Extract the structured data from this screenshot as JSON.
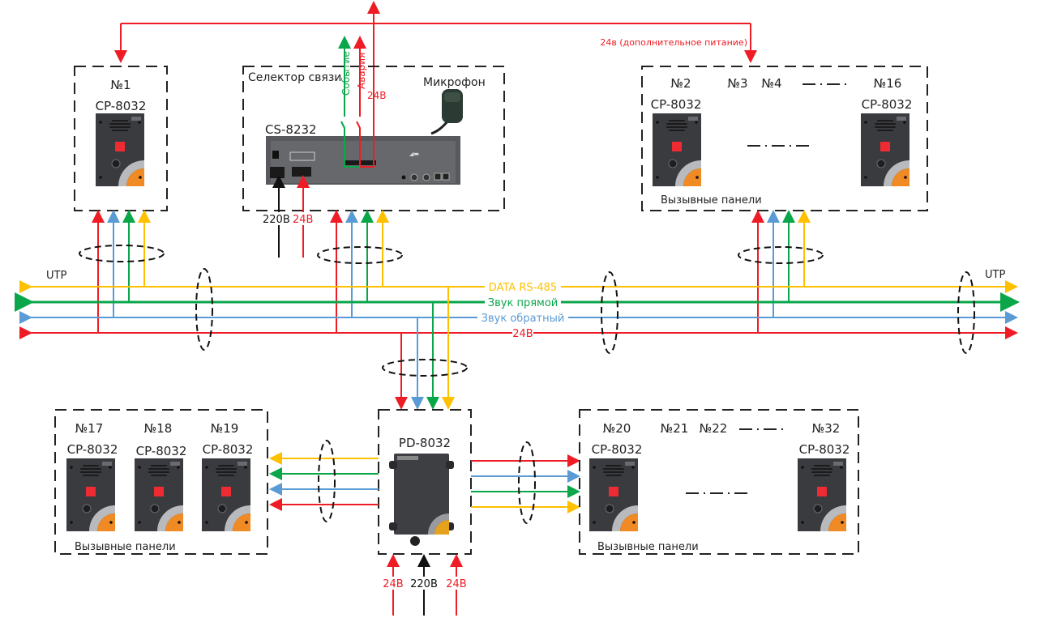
{
  "colors": {
    "red": "#ee1c24",
    "green": "#0aa64a",
    "blue": "#5b9bd5",
    "yellow": "#ffc000",
    "black": "#111111",
    "panel_body": "#3a3b3f",
    "panel_button": "#ee2a33",
    "panel_orange": "#f08a24",
    "panel_ring": "#b9babd"
  },
  "top_feed": {
    "label": "24в (дополнительное питание)"
  },
  "box_panel1": {
    "number": "№1",
    "model": "CP-8032"
  },
  "box_selector": {
    "title": "Селектор связи",
    "microphone": "Микрофон",
    "model": "CS-8232",
    "outputs": [
      "Событие",
      "Авария",
      "24В"
    ],
    "inputs": [
      "220В",
      "24В"
    ]
  },
  "box_panels_2_16": {
    "numbers": [
      "№2",
      "№3",
      "№4",
      "№16"
    ],
    "model_left": "CP-8032",
    "model_right": "CP-8032",
    "caption": "Вызывные панели"
  },
  "bus": {
    "utp_left": "UTP",
    "utp_right": "UTP",
    "lines": [
      {
        "name": "DATA RS-485",
        "color": "yellow"
      },
      {
        "name": "Звук прямой",
        "color": "green"
      },
      {
        "name": "Звук обратный",
        "color": "blue"
      },
      {
        "name": "24В",
        "color": "red"
      }
    ]
  },
  "box_pd": {
    "model": "PD-8032",
    "inputs": [
      "24В",
      "220В",
      "24В"
    ]
  },
  "box_panels_17_19": {
    "numbers": [
      "№17",
      "№18",
      "№19"
    ],
    "models": [
      "CP-8032",
      "CP-8032",
      "CP-8032"
    ],
    "caption": "Вызывные панели"
  },
  "box_panels_20_32": {
    "numbers": [
      "№20",
      "№21",
      "№22",
      "№32"
    ],
    "model_left": "CP-8032",
    "model_right": "CP-8032",
    "caption": "Вызывные панели"
  }
}
